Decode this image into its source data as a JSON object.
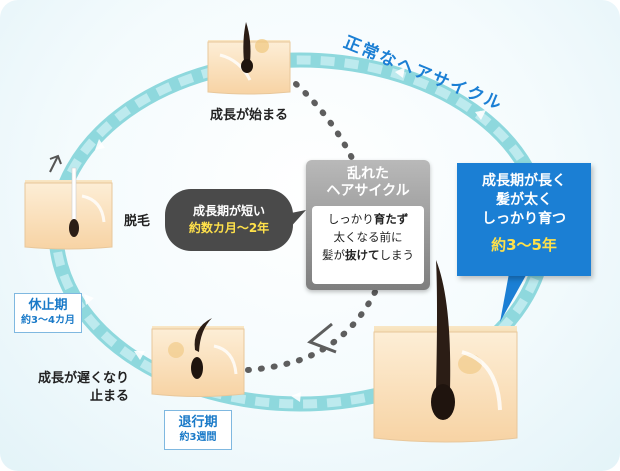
{
  "title": "正常なヘアサイクル",
  "stages": {
    "start": "成長が始まる",
    "shed": "脱毛",
    "slow_l1": "成長が遅くなり",
    "slow_l2": "止まる"
  },
  "resting": {
    "name": "休止期",
    "duration": "約3～4カ月"
  },
  "regression": {
    "name": "退行期",
    "duration": "約3週間"
  },
  "short_growth": {
    "line1": "成長期が短い",
    "line2": "約数カ月～2年"
  },
  "disordered": {
    "title_l1": "乱れた",
    "title_l2": "ヘアサイクル",
    "d1a": "しっかり",
    "d1b": "育たず",
    "d2": "太くなる前に",
    "d3a": "髪が",
    "d3b": "抜けて",
    "d3c": "しまう"
  },
  "normal_growth": {
    "line1": "成長期が長く",
    "line2": "髪が太く",
    "line3": "しっかり育つ",
    "period": "約3～5年"
  },
  "colors": {
    "accent_blue": "#1b7fd4",
    "cycle_teal": "#7fd0d8",
    "highlight_yellow": "#ffe14a",
    "skin": "#fbe1bf"
  },
  "icons": [
    "cycle-arrow",
    "hair-follicle",
    "dotted-arrow",
    "up-arrow"
  ]
}
